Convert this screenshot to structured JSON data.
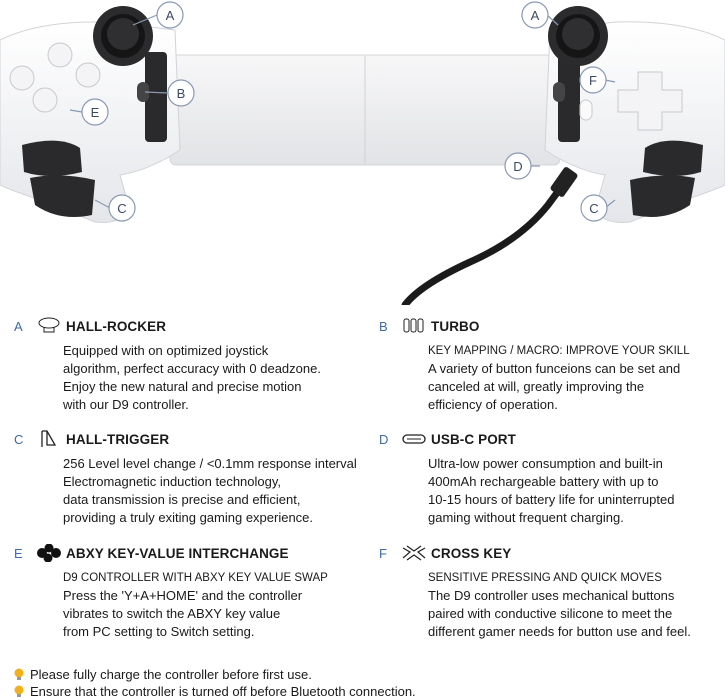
{
  "callouts": {
    "a": "A",
    "b": "B",
    "c": "C",
    "d": "D",
    "e": "E",
    "f": "F"
  },
  "features": [
    {
      "letter": "A",
      "icon": "joystick-icon",
      "title": "HALL-ROCKER",
      "caption": "",
      "lines": [
        "Equipped with on optimized joystick",
        "algorithm, perfect accuracy with 0 deadzone.",
        "Enjoy the new natural and precise motion",
        "with our D9 controller."
      ]
    },
    {
      "letter": "B",
      "icon": "turbo-buttons-icon",
      "title": "TURBO",
      "caption": "KEY MAPPING / MACRO: IMPROVE YOUR SKILL",
      "lines": [
        "A variety of button funceions can be set and",
        "canceled at will, greatly improving the",
        "efficiency of operation."
      ]
    },
    {
      "letter": "C",
      "icon": "trigger-icon",
      "title": "HALL-TRIGGER",
      "caption": "",
      "lines": [
        "256 Level level change / <0.1mm response interval",
        "Electromagnetic induction technology,",
        "data transmission is precise and efficient,",
        "providing a truly exiting gaming experience."
      ]
    },
    {
      "letter": "D",
      "icon": "usb-c-icon",
      "title": "USB-C PORT",
      "caption": "",
      "lines": [
        "Ultra-low power consumption and built-in",
        "400mAh rechargeable battery with up to",
        "10-15 hours of battery life for uninterrupted",
        "gaming without frequent charging."
      ]
    },
    {
      "letter": "E",
      "icon": "abxy-buttons-icon",
      "title": "ABXY KEY-VALUE INTERCHANGE",
      "caption": "D9 CONTROLLER WITH ABXY KEY VALUE SWAP",
      "lines": [
        "Press the 'Y+A+HOME' and the controller",
        "vibrates to switch the ABXY key value",
        "from PC setting to Switch setting."
      ]
    },
    {
      "letter": "F",
      "icon": "dpad-icon",
      "title": "CROSS KEY",
      "caption": "SENSITIVE PRESSING AND QUICK MOVES",
      "lines": [
        "The D9 controller uses mechanical buttons",
        "paired with conductive silicone to meet the",
        "different gamer needs for button use and feel."
      ]
    }
  ],
  "notes": [
    "Please fully charge the controller before first use.",
    "Ensure that the controller is turned off before Bluetooth connection."
  ],
  "colors": {
    "accent": "#3d6aa8",
    "bulb": "#f2b01e"
  }
}
